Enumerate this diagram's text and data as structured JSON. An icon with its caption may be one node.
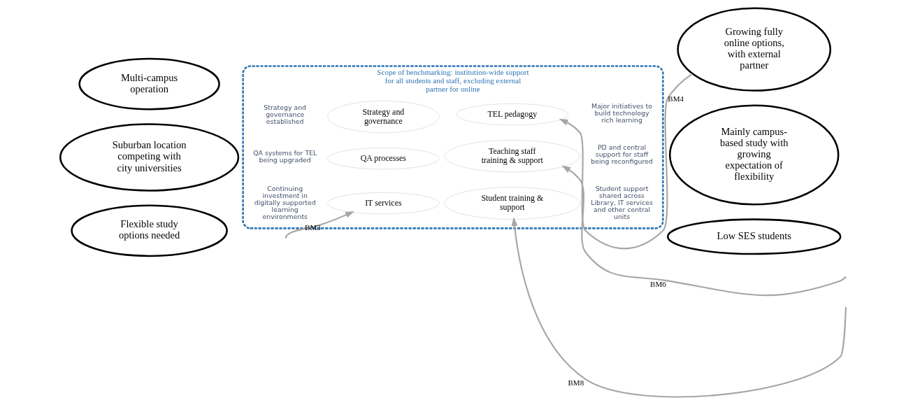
{
  "diagram": {
    "nodes": [
      {
        "text": [
          "Scope of benchmarking: institution-wide support for all students and staff, excluding external partner for online"
        ]
      },
      {
        "text": [
          "Strategy and governance"
        ],
        "in": 0,
        "beside": [
          "Strategy and governance established"
        ]
      },
      {
        "text": [
          "TEL pedagogy"
        ],
        "in": 0,
        "beside": [
          "Major initiatives to build technology rich learning"
        ]
      },
      {
        "text": [
          "QA processes"
        ],
        "in": 0,
        "beside": [
          "QA systems for TEL being upgraded"
        ]
      },
      {
        "text": [
          "Teaching staff training & support"
        ],
        "in": 0,
        "beside": [
          "PD and central support for staff being reconfigured"
        ]
      },
      {
        "text": [
          "IT services"
        ],
        "in": 0,
        "beside": [
          "Continuing investment in digitally supported learning environments"
        ]
      },
      {
        "text": [
          "Student training & support"
        ],
        "in": 0,
        "beside": [
          "Student support shared across Library, IT services and other central units"
        ]
      },
      {
        "text": [
          "Multi-campus operation"
        ]
      },
      {
        "text": [
          "Suburban location competing with city universities"
        ]
      },
      {
        "text": [
          "Flexible study options needed"
        ]
      },
      {
        "text": [
          "Growing fully online options, with external partner"
        ]
      },
      {
        "text": [
          "Mainly campus-based study with growing expectation of flexibility"
        ]
      },
      {
        "text": [
          "Low SES students"
        ]
      }
    ],
    "edges": [
      {
        "from": null,
        "to": 5,
        "arrow": "to",
        "label": "BM3"
      },
      {
        "from": 10,
        "to": 2,
        "arrow": "to",
        "label": "BM4"
      },
      {
        "from": null,
        "to": 4,
        "arrow": "to",
        "label": "BM6"
      },
      {
        "from": null,
        "to": 6,
        "arrow": "to",
        "label": "BM8"
      }
    ]
  }
}
